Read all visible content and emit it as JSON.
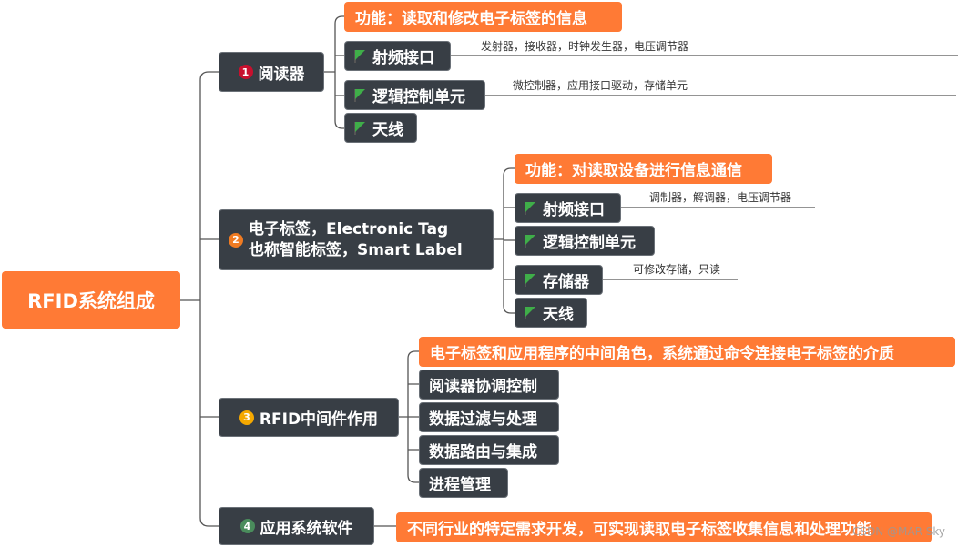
{
  "root": {
    "label": "RFID系统组成"
  },
  "colors": {
    "orange": "#ff7a35",
    "dark": "#383e45",
    "flag": "#3fae49",
    "badge1": "#c8102e",
    "badge2": "#f07b22",
    "badge3": "#f5a800",
    "badge4": "#4a8c5c"
  },
  "branches": [
    {
      "badge": "1",
      "label": "阅读器",
      "function": "功能：读取和修改电子标签的信息",
      "children": [
        {
          "label": "射频接口",
          "note": "发射器，接收器，时钟发生器，电压调节器"
        },
        {
          "label": "逻辑控制单元",
          "note": "微控制器，应用接口驱动，存储单元"
        },
        {
          "label": "天线"
        }
      ]
    },
    {
      "badge": "2",
      "label_line1": "电子标签，Electronic Tag",
      "label_line2": "也称智能标签，Smart Label",
      "function": "功能：对读取设备进行信息通信",
      "children": [
        {
          "label": "射频接口",
          "note": "调制器，解调器，电压调节器"
        },
        {
          "label": "逻辑控制单元"
        },
        {
          "label": "存储器",
          "note": "可修改存储，只读"
        },
        {
          "label": "天线"
        }
      ]
    },
    {
      "badge": "3",
      "label": "RFID中间件作用",
      "function": "电子标签和应用程序的中间角色，系统通过命令连接电子标签的介质",
      "children": [
        {
          "label": "阅读器协调控制"
        },
        {
          "label": "数据过滤与处理"
        },
        {
          "label": "数据路由与集成"
        },
        {
          "label": "进程管理"
        }
      ]
    },
    {
      "badge": "4",
      "label": "应用系统软件",
      "function": "不同行业的特定需求开发，可实现读取电子标签收集信息和处理功能"
    }
  ],
  "watermark": "CSDN @MAR-Sky"
}
